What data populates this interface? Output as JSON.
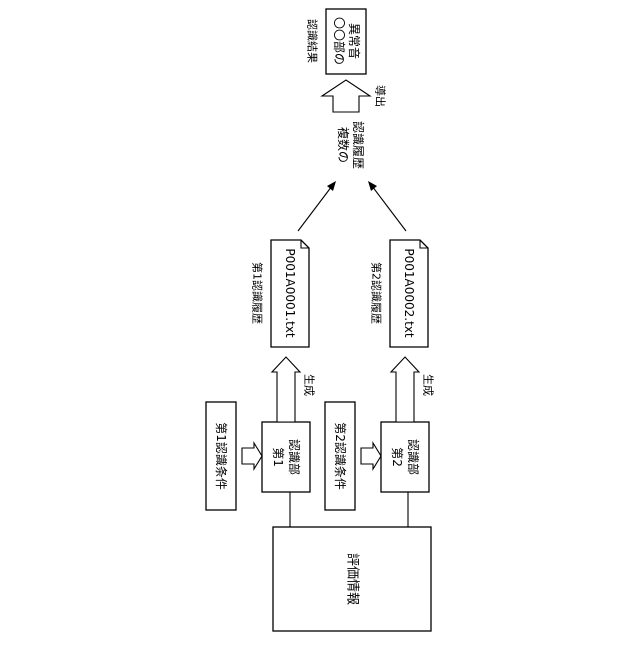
{
  "evaluation_info": "評価情報",
  "condition_1": "第1認識条件",
  "condition_2": "第2認識条件",
  "recognizer_1": {
    "line1": "第1",
    "line2": "認識部"
  },
  "recognizer_2": {
    "line1": "第2",
    "line2": "認識部"
  },
  "generate_label": "生成",
  "history_1": {
    "label": "第1認識履歴",
    "file": "P001A0001.txt"
  },
  "history_2": {
    "label": "第2認識履歴",
    "file": "P001A0002.txt"
  },
  "multiple_history": {
    "line1": "複数の",
    "line2": "認識履歴"
  },
  "derive_label": "導出",
  "result": {
    "label": "認識結果",
    "line1": "〇〇部の",
    "line2": "異常音"
  }
}
